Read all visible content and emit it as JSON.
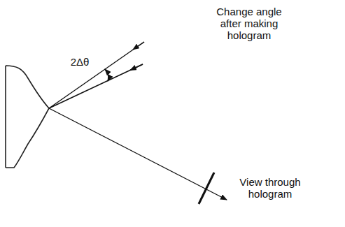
{
  "diagram": {
    "labels": [
      "2Δθ",
      "Change angle after making hologram",
      "View through hologram"
    ]
  }
}
